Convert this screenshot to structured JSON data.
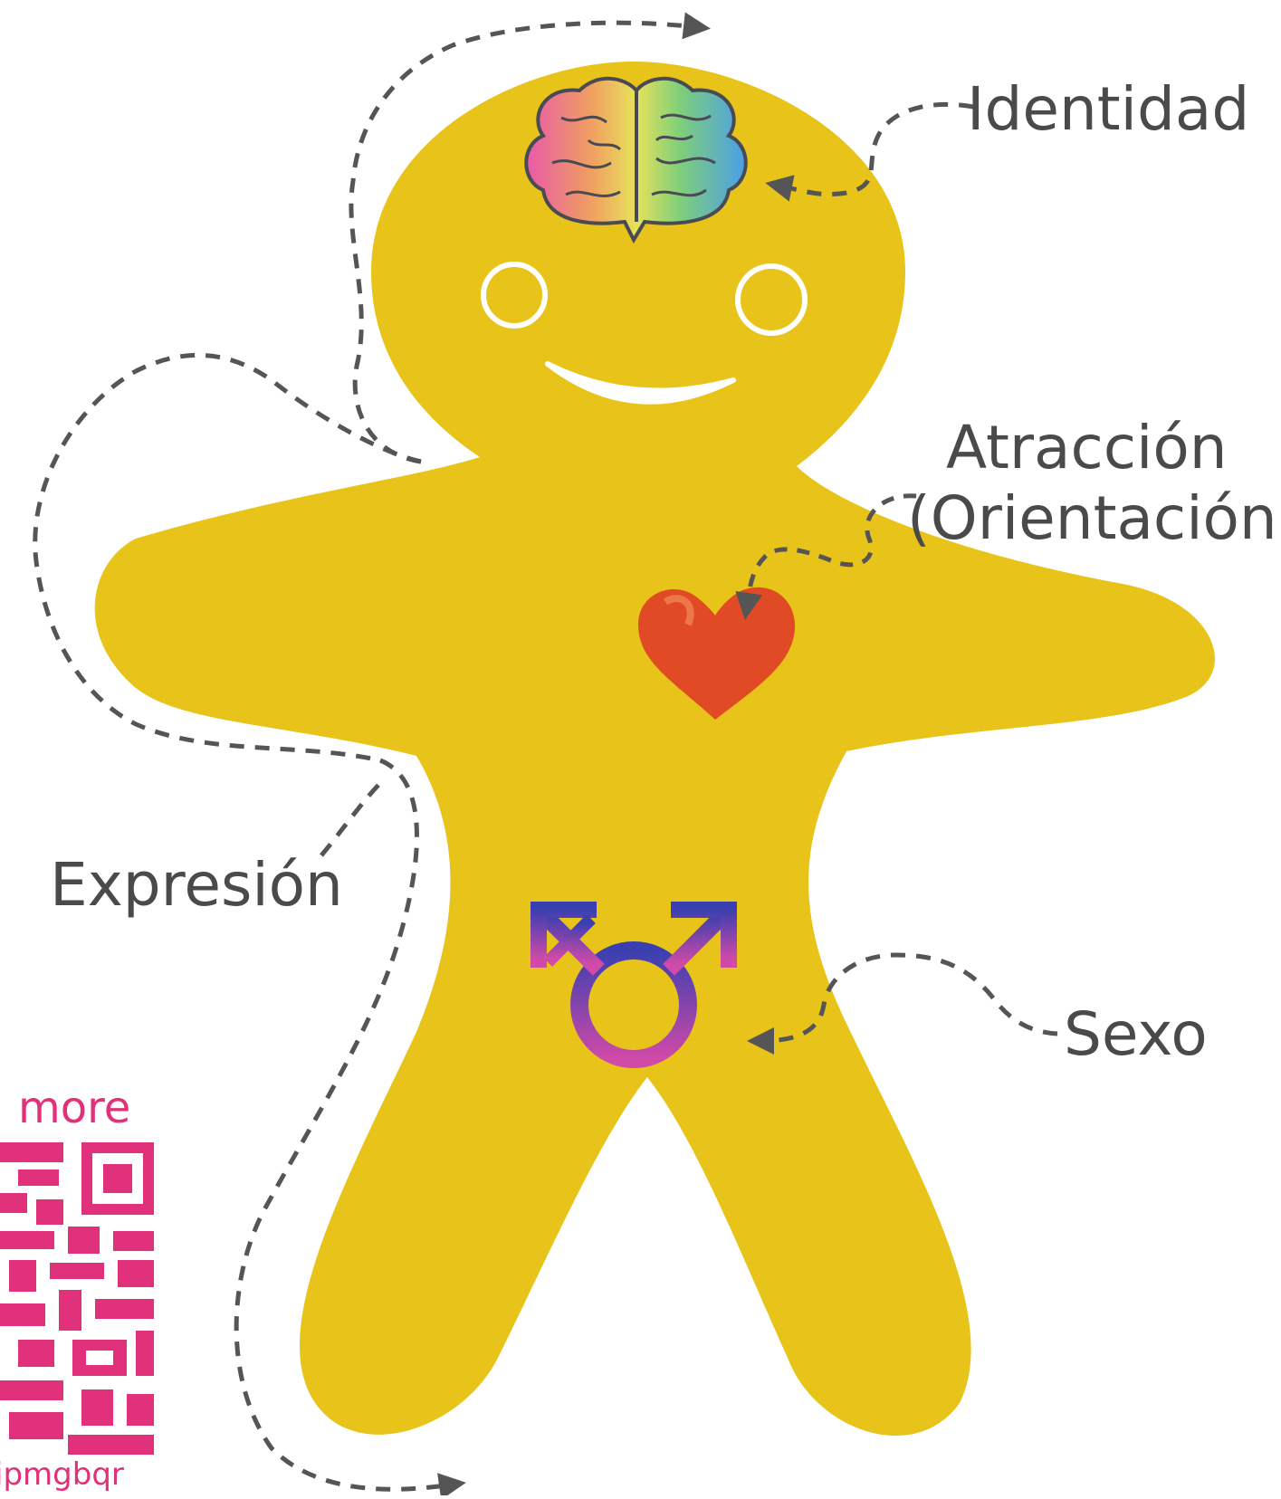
{
  "labels": {
    "identity": "Identidad",
    "attraction_line1": "Atracción",
    "attraction_line2": "(Orientación)",
    "expression": "Expresión",
    "sex": "Sexo"
  },
  "qr": {
    "top_text": "more",
    "bottom_text": "ipmgbqr"
  },
  "colors": {
    "body": "#e8c31a",
    "arrow": "#555555",
    "label_text": "#4a4a4a",
    "heart": "#e04a25",
    "symbol_top": "#3a3fb0",
    "symbol_bottom": "#c445b0",
    "qr": "#e0317a"
  },
  "icons": [
    "brain-icon",
    "heart-icon",
    "transgender-symbol-icon",
    "qr-code-icon"
  ]
}
